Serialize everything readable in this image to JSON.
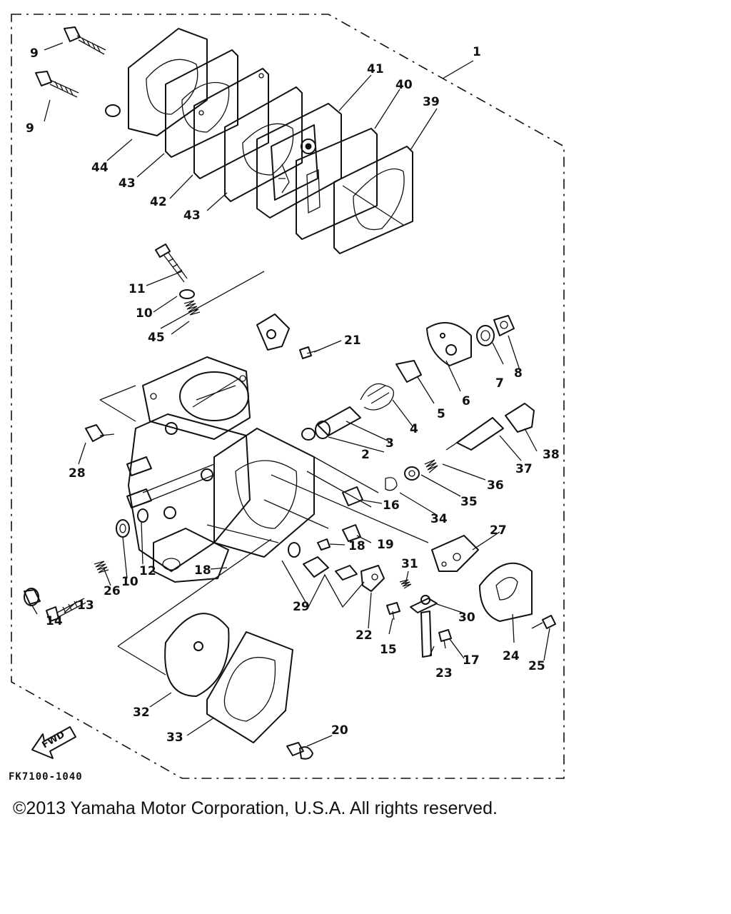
{
  "diagram": {
    "drawing_code": "FK7100-1040",
    "fwd_label": "FWD",
    "callouts": [
      "1",
      "2",
      "3",
      "4",
      "5",
      "6",
      "7",
      "8",
      "9",
      "9",
      "10",
      "10",
      "11",
      "12",
      "13",
      "14",
      "15",
      "16",
      "17",
      "18",
      "18",
      "19",
      "20",
      "21",
      "22",
      "23",
      "24",
      "25",
      "26",
      "27",
      "28",
      "29",
      "30",
      "31",
      "32",
      "33",
      "34",
      "35",
      "36",
      "37",
      "38",
      "39",
      "40",
      "41",
      "42",
      "43",
      "43",
      "44",
      "45"
    ]
  },
  "footer": {
    "copyright": "©2013 Yamaha Motor Corporation, U.S.A. All rights reserved."
  }
}
